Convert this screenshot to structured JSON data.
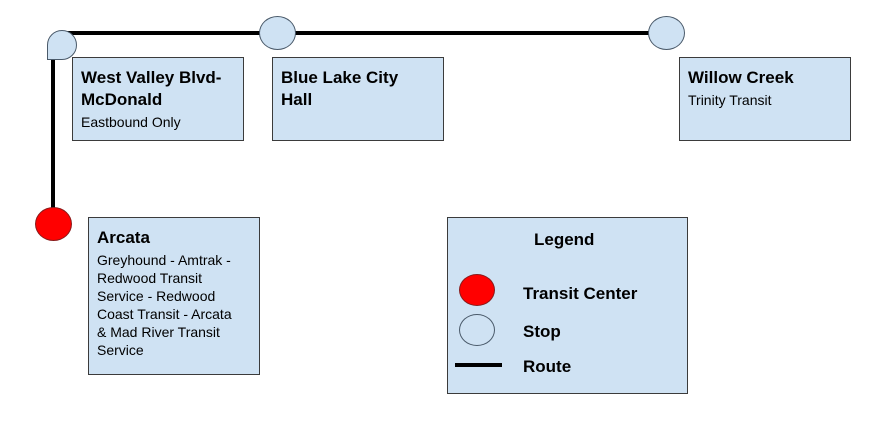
{
  "colors": {
    "box_fill": "#cfe2f3",
    "stop_fill": "#cfe2f3",
    "transit_center_fill": "#ff0000",
    "route": "#000000"
  },
  "stops": [
    {
      "id": "west-valley",
      "name": "West Valley Blvd-\nMcDonald",
      "detail": "Eastbound Only",
      "type": "stop"
    },
    {
      "id": "blue-lake",
      "name": "Blue Lake City\nHall",
      "detail": "",
      "type": "stop"
    },
    {
      "id": "willow-creek",
      "name": "Willow Creek",
      "detail": "Trinity Transit",
      "type": "stop"
    },
    {
      "id": "arcata",
      "name": "Arcata",
      "detail": "Greyhound - Amtrak -\nRedwood Transit\nService - Redwood\nCoast Transit - Arcata\n& Mad River Transit\nService",
      "type": "transit-center"
    }
  ],
  "legend": {
    "title": "Legend",
    "items": [
      {
        "label": "Transit Center",
        "icon": "red-circle"
      },
      {
        "label": "Stop",
        "icon": "blue-circle"
      },
      {
        "label": "Route",
        "icon": "black-line"
      }
    ]
  }
}
